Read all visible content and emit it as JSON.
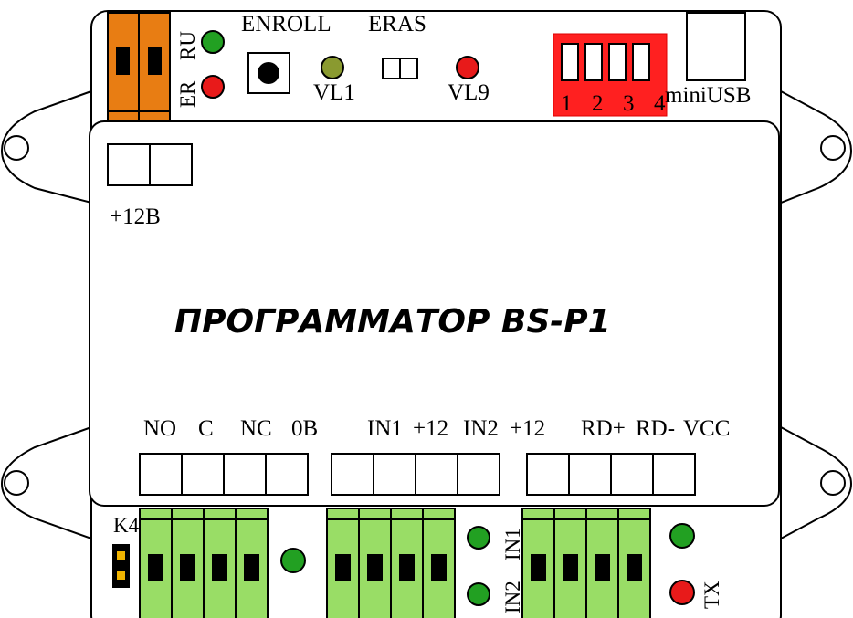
{
  "title": "ПРОГРАММАТОР BS-P1",
  "top": {
    "enroll": "ENROLL",
    "eras": "ERAS",
    "vl1": "VL1",
    "vl9": "VL9",
    "ru": "RU",
    "er": "ER",
    "dip": [
      "1",
      "2",
      "3",
      "4"
    ],
    "miniusb": "miniUSB"
  },
  "power": "+12B",
  "terminals": {
    "group1": [
      "NO",
      "C",
      "NC",
      "0B"
    ],
    "group2": [
      "IN1",
      "+12",
      "IN2",
      "+12"
    ],
    "group3": [
      "RD+",
      "RD-",
      "VCC"
    ]
  },
  "bottom": {
    "k4": "K4",
    "in1": "IN1",
    "in2": "IN2",
    "tx": "TX"
  },
  "colors": {
    "orange": "#e87d13",
    "green_led": "#22a022",
    "red_led": "#e81a1a",
    "olive_led": "#8a9a30",
    "dip_red": "#ff2020",
    "terminal_green": "#99dd66",
    "jumper_yellow": "#f0b400"
  }
}
